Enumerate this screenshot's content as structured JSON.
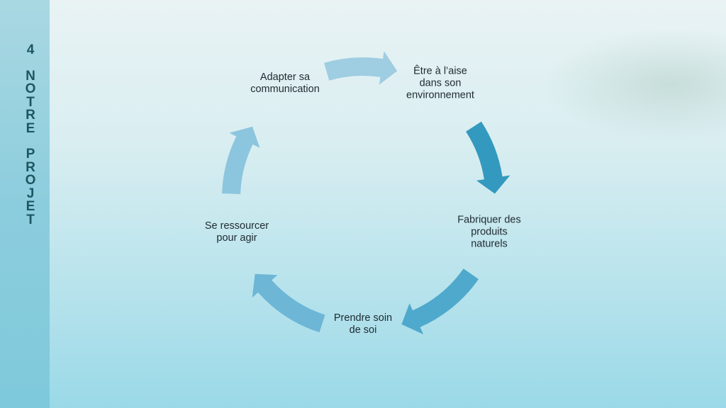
{
  "sidebar": {
    "number": "4",
    "title_words": [
      "NOTRE",
      "PROJET"
    ]
  },
  "cycle": {
    "steps": [
      {
        "label": "Être à l’aise\ndans son\nenvironnement"
      },
      {
        "label": "Fabriquer des\nproduits\nnaturels"
      },
      {
        "label": "Prendre soin\nde soi"
      },
      {
        "label": "Se ressourcer\npour agir"
      },
      {
        "label": "Adapter sa\ncommunication"
      }
    ],
    "arrow_colors": [
      "#9fcde2",
      "#3399bf",
      "#4ea9cc",
      "#6db6d6",
      "#8cc5de"
    ]
  }
}
